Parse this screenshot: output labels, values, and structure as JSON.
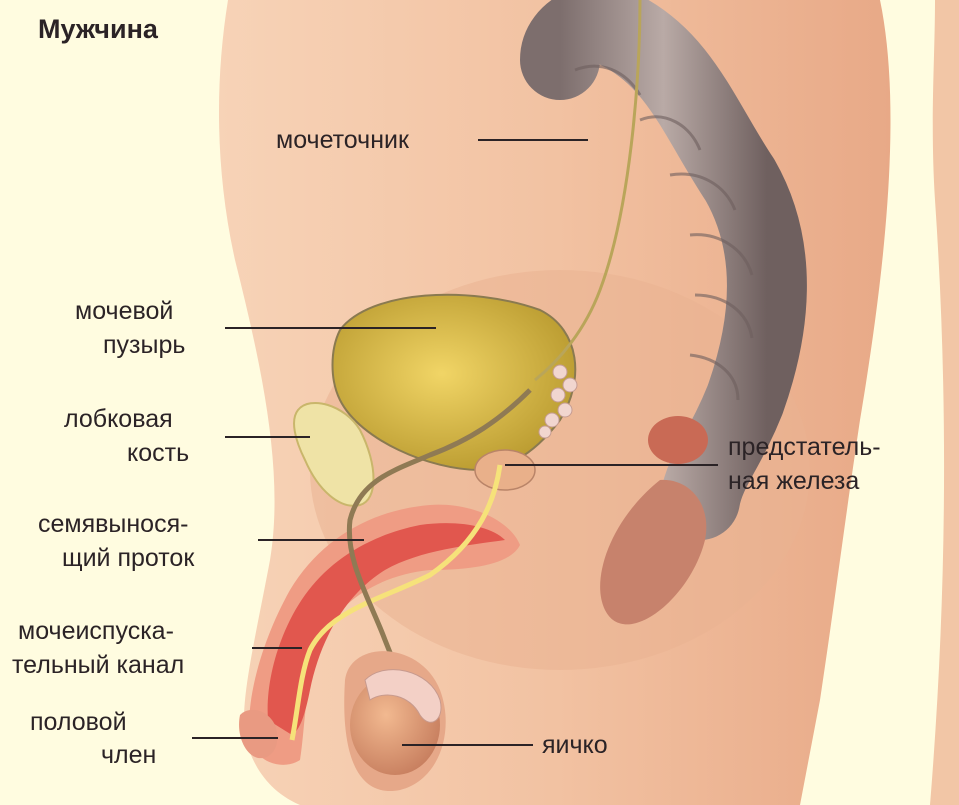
{
  "title": "Мужчина",
  "labels": {
    "ureter": "мочеточник",
    "bladder_1": "мочевой",
    "bladder_2": "пузырь",
    "pubic_1": "лобковая",
    "pubic_2": "кость",
    "vas_1": "семявынося-",
    "vas_2": "щий проток",
    "urethra_1": "мочеиспуска-",
    "urethra_2": "тельный канал",
    "penis_1": "половой",
    "penis_2": "член",
    "prostate_1": "предстатель-",
    "prostate_2": "ная железа",
    "testis": "яичко"
  },
  "colors": {
    "background": "#fffce0",
    "skin": "#f3c4a4",
    "skin_shadow": "#e3a683",
    "bladder": "#e2c24d",
    "intestine": "#9b8a88",
    "muscle": "#e0574f",
    "urethra_line": "#f6e27a",
    "leader": "#2b2326"
  }
}
